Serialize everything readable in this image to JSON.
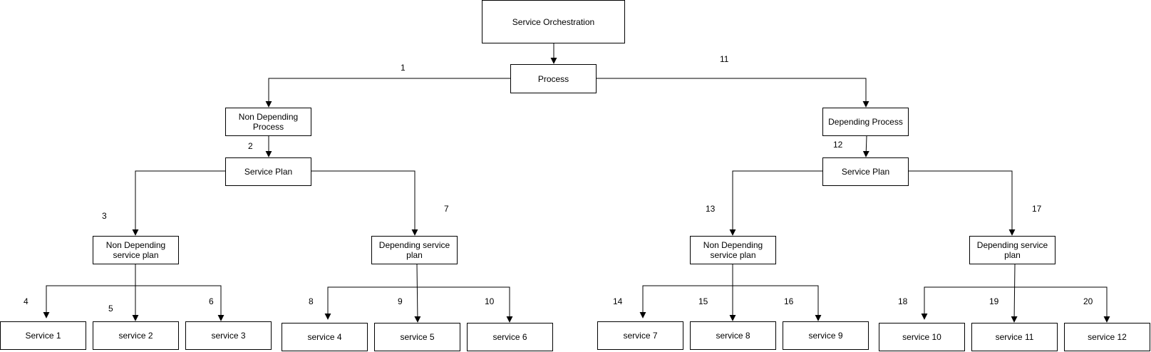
{
  "nodes": {
    "orchestration": "Service Orchestration",
    "process": "Process",
    "non_depending_process": "Non Depending Process",
    "depending_process": "Depending Process",
    "left_service_plan": "Service Plan",
    "right_service_plan": "Service Plan",
    "ll_plan": "Non Depending service plan",
    "lr_plan": "Depending service plan",
    "rl_plan": "Non Depending service plan",
    "rr_plan": "Depending service plan",
    "s1": "Service 1",
    "s2": "service 2",
    "s3": "service 3",
    "s4": "service 4",
    "s5": "service 5",
    "s6": "service 6",
    "s7": "service 7",
    "s8": "service 8",
    "s9": "service 9",
    "s10": "service 10",
    "s11": "service 11",
    "s12": "service 12"
  },
  "edge_labels": {
    "n1": "1",
    "n2": "2",
    "n3": "3",
    "n4": "4",
    "n5": "5",
    "n6": "6",
    "n7": "7",
    "n8": "8",
    "n9": "9",
    "n10": "10",
    "n11": "11",
    "n12": "12",
    "n13": "13",
    "n14": "14",
    "n15": "15",
    "n16": "16",
    "n17": "17",
    "n18": "18",
    "n19": "19",
    "n20": "20"
  }
}
